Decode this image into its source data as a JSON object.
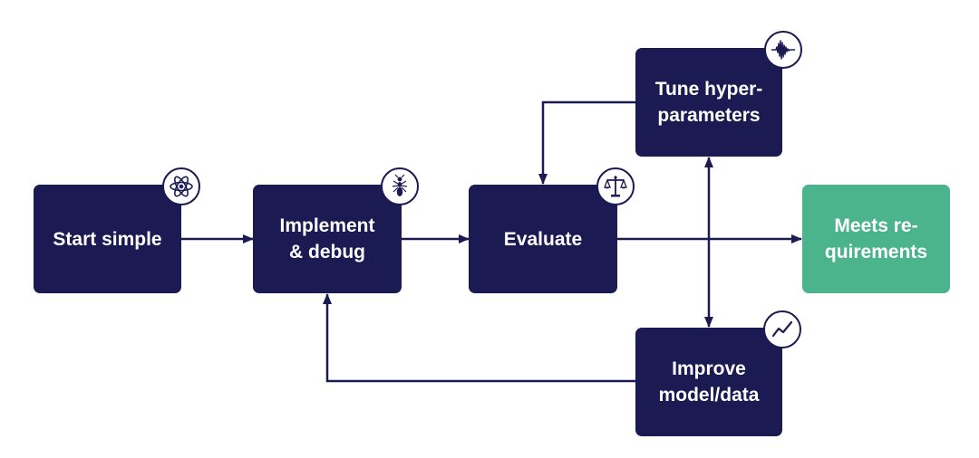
{
  "diagram": {
    "nodes": {
      "start": {
        "label": "Start simple",
        "icon": "atom-icon"
      },
      "implement": {
        "label": "Implement\n& debug",
        "icon": "ant-icon"
      },
      "evaluate": {
        "label": "Evaluate",
        "icon": "scales-icon"
      },
      "tune": {
        "label": "Tune hyper-\nparameters",
        "icon": "waveform-icon"
      },
      "improve": {
        "label": "Improve\nmodel/data",
        "icon": "trend-line-icon"
      },
      "meets": {
        "label": "Meets re-\nquirements"
      }
    },
    "colors": {
      "node": "#1c1a52",
      "success": "#4bb48c",
      "arrow": "#1c1a52"
    }
  }
}
